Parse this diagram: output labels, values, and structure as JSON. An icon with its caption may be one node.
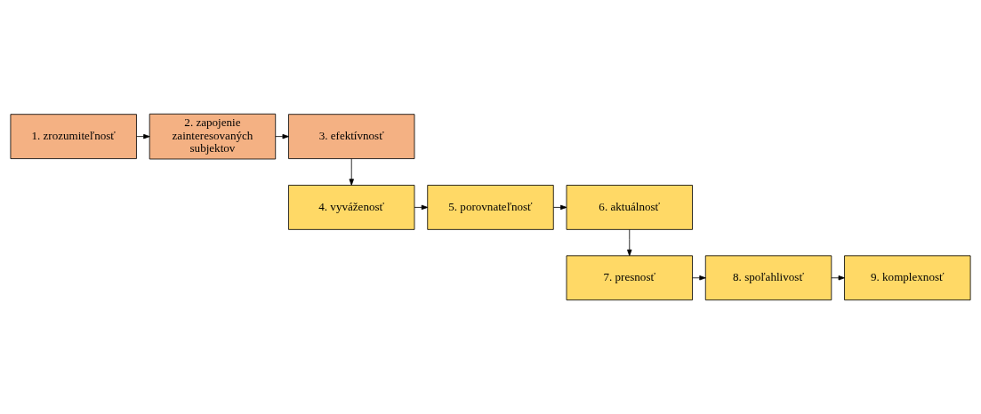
{
  "diagram": {
    "nodes": [
      {
        "text": [
          "1. zrozumiteľnosť"
        ]
      },
      {
        "text": [
          "2. zapojenie zainteresovaných subjektov"
        ]
      },
      {
        "text": [
          "3. efektívnosť"
        ]
      },
      {
        "text": [
          "4. vyváženosť"
        ]
      },
      {
        "text": [
          "5. porovnateľnosť"
        ]
      },
      {
        "text": [
          "6. aktuálnosť"
        ]
      },
      {
        "text": [
          "7. presnosť"
        ]
      },
      {
        "text": [
          "8. spoľahlivosť"
        ]
      },
      {
        "text": [
          "9. komplexnosť"
        ]
      }
    ],
    "edges": [
      {
        "from": 0,
        "to": 1,
        "arrow": "to"
      },
      {
        "from": 1,
        "to": 2,
        "arrow": "to"
      },
      {
        "from": 2,
        "to": 3,
        "arrow": "to"
      },
      {
        "from": 3,
        "to": 4,
        "arrow": "to"
      },
      {
        "from": 4,
        "to": 5,
        "arrow": "to"
      },
      {
        "from": 5,
        "to": 6,
        "arrow": "to"
      },
      {
        "from": 6,
        "to": 7,
        "arrow": "to"
      },
      {
        "from": 7,
        "to": 8,
        "arrow": "to"
      }
    ]
  }
}
